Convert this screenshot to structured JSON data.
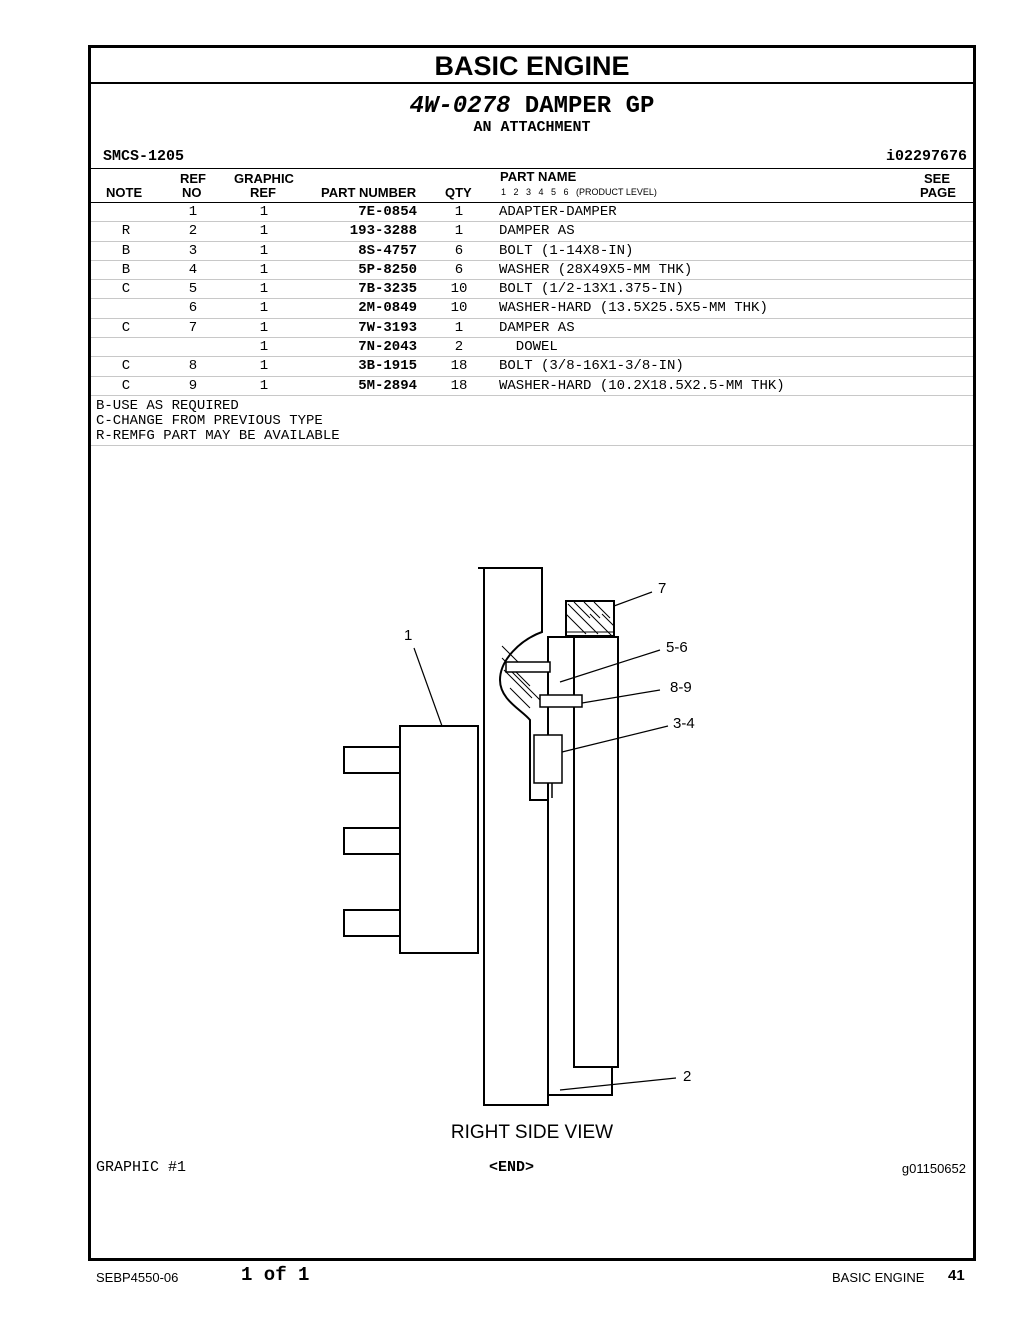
{
  "section_title": "BASIC ENGINE",
  "group": {
    "part_number": "4W-0278",
    "name": "DAMPER GP",
    "subtitle": "AN ATTACHMENT"
  },
  "smcs": "SMCS-1205",
  "doc_id": "i02297676",
  "table": {
    "headers": {
      "note": "NOTE",
      "ref_top": "REF",
      "ref_bottom": "NO",
      "graphic_top": "GRAPHIC",
      "graphic_bottom": "REF",
      "part_number": "PART NUMBER",
      "qty": "QTY",
      "part_name": "PART NAME",
      "product_level": "1   2   3   4   5   6   (PRODUCT LEVEL)",
      "see_top": "SEE",
      "see_bottom": "PAGE"
    },
    "rows": [
      {
        "note": "",
        "ref": "1",
        "gref": "1",
        "pn": "7E-0854",
        "qty": "1",
        "name": "ADAPTER-DAMPER"
      },
      {
        "note": "R",
        "ref": "2",
        "gref": "1",
        "pn": "193-3288",
        "qty": "1",
        "name": "DAMPER AS"
      },
      {
        "note": "B",
        "ref": "3",
        "gref": "1",
        "pn": "8S-4757",
        "qty": "6",
        "name": "BOLT (1-14X8-IN)"
      },
      {
        "note": "B",
        "ref": "4",
        "gref": "1",
        "pn": "5P-8250",
        "qty": "6",
        "name": "WASHER (28X49X5-MM THK)"
      },
      {
        "note": "C",
        "ref": "5",
        "gref": "1",
        "pn": "7B-3235",
        "qty": "10",
        "name": "BOLT (1/2-13X1.375-IN)"
      },
      {
        "note": "",
        "ref": "6",
        "gref": "1",
        "pn": "2M-0849",
        "qty": "10",
        "name": "WASHER-HARD (13.5X25.5X5-MM THK)"
      },
      {
        "note": "C",
        "ref": "7",
        "gref": "1",
        "pn": "7W-3193",
        "qty": "1",
        "name": "DAMPER AS"
      },
      {
        "note": "",
        "ref": "",
        "gref": "1",
        "pn": "7N-2043",
        "qty": "2",
        "name": "  DOWEL"
      },
      {
        "note": "C",
        "ref": "8",
        "gref": "1",
        "pn": "3B-1915",
        "qty": "18",
        "name": "BOLT (3/8-16X1-3/8-IN)"
      },
      {
        "note": "C",
        "ref": "9",
        "gref": "1",
        "pn": "5M-2894",
        "qty": "18",
        "name": "WASHER-HARD (10.2X18.5X2.5-MM THK)"
      }
    ]
  },
  "notes": [
    "B-USE AS REQUIRED",
    "C-CHANGE FROM PREVIOUS TYPE",
    "R-REMFG PART MAY BE AVAILABLE"
  ],
  "graphic": {
    "view_label": "RIGHT SIDE VIEW",
    "callouts": [
      "1",
      "7",
      "5-6",
      "8-9",
      "3-4",
      "2"
    ],
    "label": "GRAPHIC #1",
    "end": "<END>",
    "image_id": "g01150652"
  },
  "footer": {
    "doc": "SEBP4550-06",
    "pages": "1 of 1",
    "section": "BASIC ENGINE",
    "page_no": "41"
  }
}
